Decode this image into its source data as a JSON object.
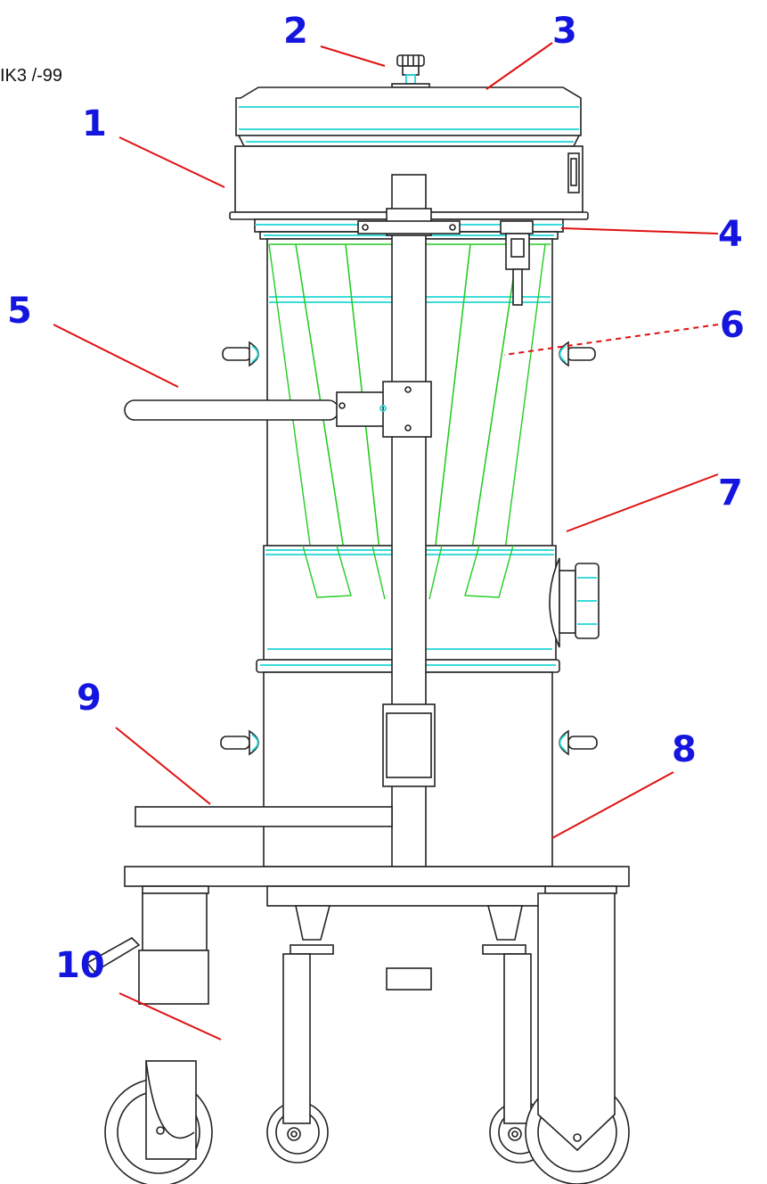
{
  "model_label": "IK3 /-99",
  "callouts": [
    {
      "id": "1",
      "label": "1"
    },
    {
      "id": "2",
      "label": "2"
    },
    {
      "id": "3",
      "label": "3"
    },
    {
      "id": "4",
      "label": "4"
    },
    {
      "id": "5",
      "label": "5"
    },
    {
      "id": "6",
      "label": "6"
    },
    {
      "id": "7",
      "label": "7"
    },
    {
      "id": "8",
      "label": "8"
    },
    {
      "id": "9",
      "label": "9"
    },
    {
      "id": "10",
      "label": "10"
    }
  ],
  "colors": {
    "callout_number": "#1515e0",
    "leader_line": "#e01010",
    "outline": "#222222",
    "band_cyan": "#1fd6d6",
    "filter_green": "#22cc22"
  }
}
